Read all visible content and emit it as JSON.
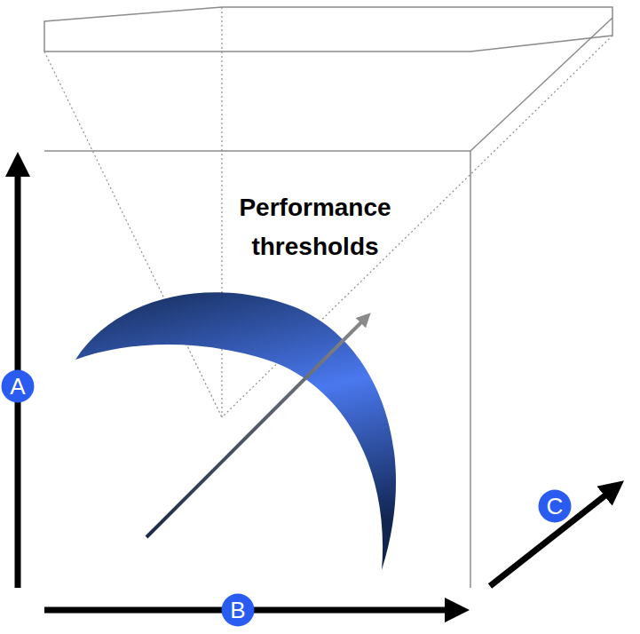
{
  "diagram": {
    "nodes": [
      {
        "text": [
          "A"
        ]
      },
      {
        "text": [
          "B"
        ]
      },
      {
        "text": [
          "C"
        ]
      }
    ],
    "labels": [
      "Performance thresholds"
    ]
  }
}
